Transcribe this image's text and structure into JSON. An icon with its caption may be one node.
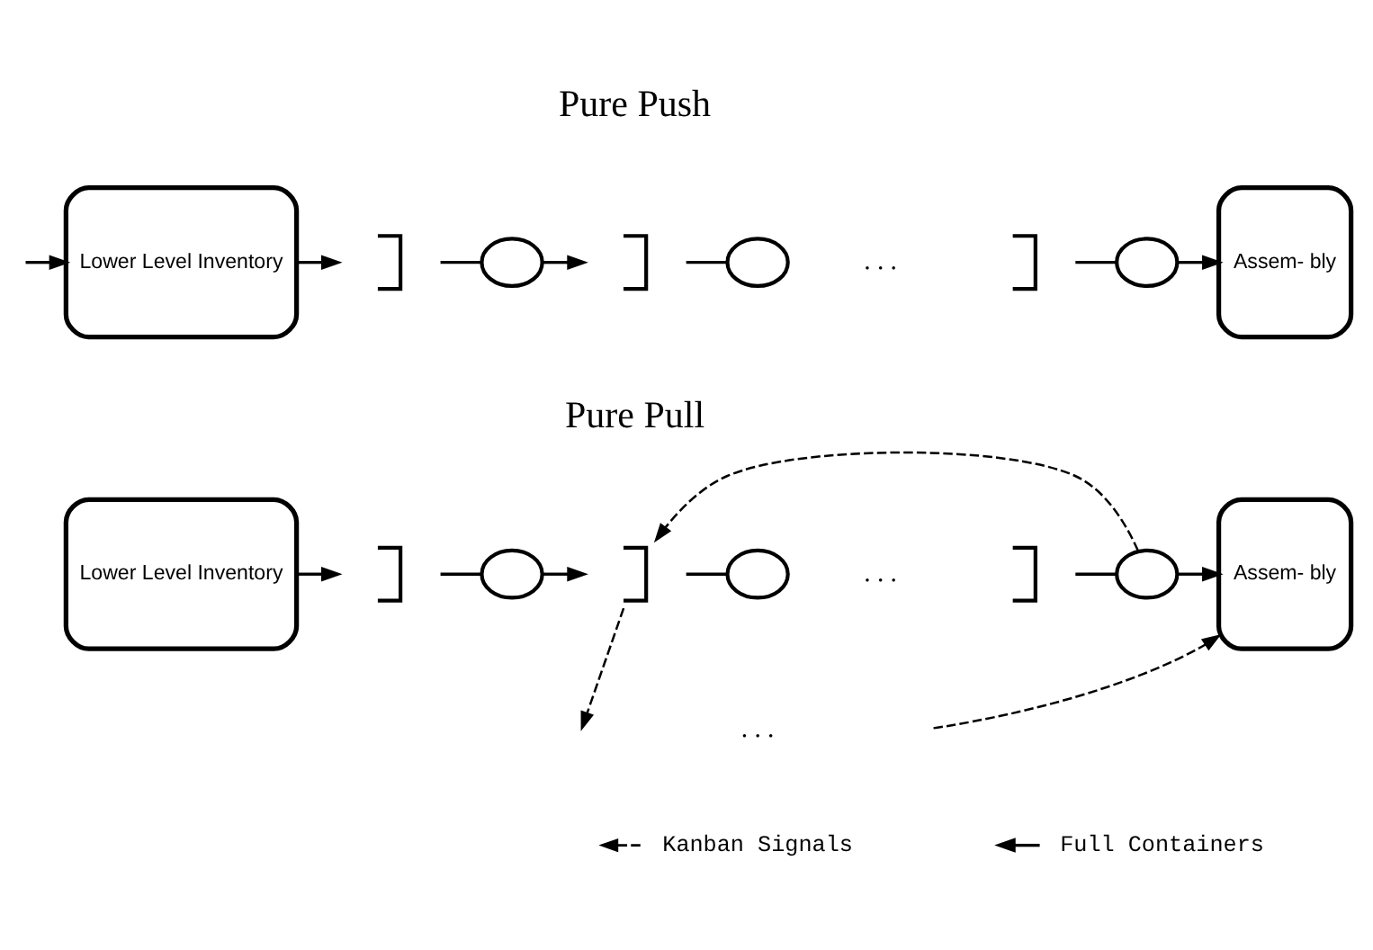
{
  "diagram": {
    "nodes": [
      {
        "text": [
          "Lower Level Inventory"
        ]
      },
      {
        "text": [],
        "shape": "bracket"
      },
      {
        "text": [],
        "shape": "circle"
      },
      {
        "text": [],
        "shape": "bracket"
      },
      {
        "text": [],
        "shape": "circle"
      },
      {
        "text": [],
        "shape": "bracket"
      },
      {
        "text": [],
        "shape": "circle"
      },
      {
        "text": [
          "Assem- bly"
        ]
      },
      {
        "text": [
          "Lower Level Inventory"
        ]
      },
      {
        "text": [],
        "shape": "bracket"
      },
      {
        "text": [],
        "shape": "circle"
      },
      {
        "text": [],
        "shape": "bracket"
      },
      {
        "text": [],
        "shape": "circle"
      },
      {
        "text": [],
        "shape": "bracket"
      },
      {
        "text": [],
        "shape": "circle"
      },
      {
        "text": [
          "Assem- bly"
        ]
      }
    ],
    "edges": [
      {
        "from": null,
        "to": 0,
        "arrow": "to"
      },
      {
        "from": 0,
        "to": 1,
        "arrow": "to"
      },
      {
        "from": 1,
        "to": 2,
        "arrow": "none"
      },
      {
        "from": 2,
        "to": 3,
        "arrow": "to"
      },
      {
        "from": 3,
        "to": 4,
        "arrow": "none"
      },
      {
        "from": 5,
        "to": 6,
        "arrow": "none"
      },
      {
        "from": 6,
        "to": 7,
        "arrow": "to"
      },
      {
        "from": 8,
        "to": 9,
        "arrow": "to"
      },
      {
        "from": 9,
        "to": 10,
        "arrow": "none"
      },
      {
        "from": 10,
        "to": 11,
        "arrow": "to"
      },
      {
        "from": 11,
        "to": 12,
        "arrow": "none"
      },
      {
        "from": 13,
        "to": 14,
        "arrow": "none"
      },
      {
        "from": 14,
        "to": 15,
        "arrow": "to"
      },
      {
        "from": 11,
        "to": null,
        "arrow": "to",
        "style": "dashed"
      },
      {
        "from": 14,
        "to": 11,
        "arrow": "to",
        "style": "dashed"
      },
      {
        "from": null,
        "to": 15,
        "arrow": "to",
        "style": "dashed"
      }
    ],
    "labels": [
      "Pure Push",
      ". . .",
      "Pure Pull",
      ". . .",
      ". . ."
    ],
    "legend": [
      {
        "text": "Kanban Signals"
      },
      {
        "text": "Full Containers"
      }
    ]
  }
}
